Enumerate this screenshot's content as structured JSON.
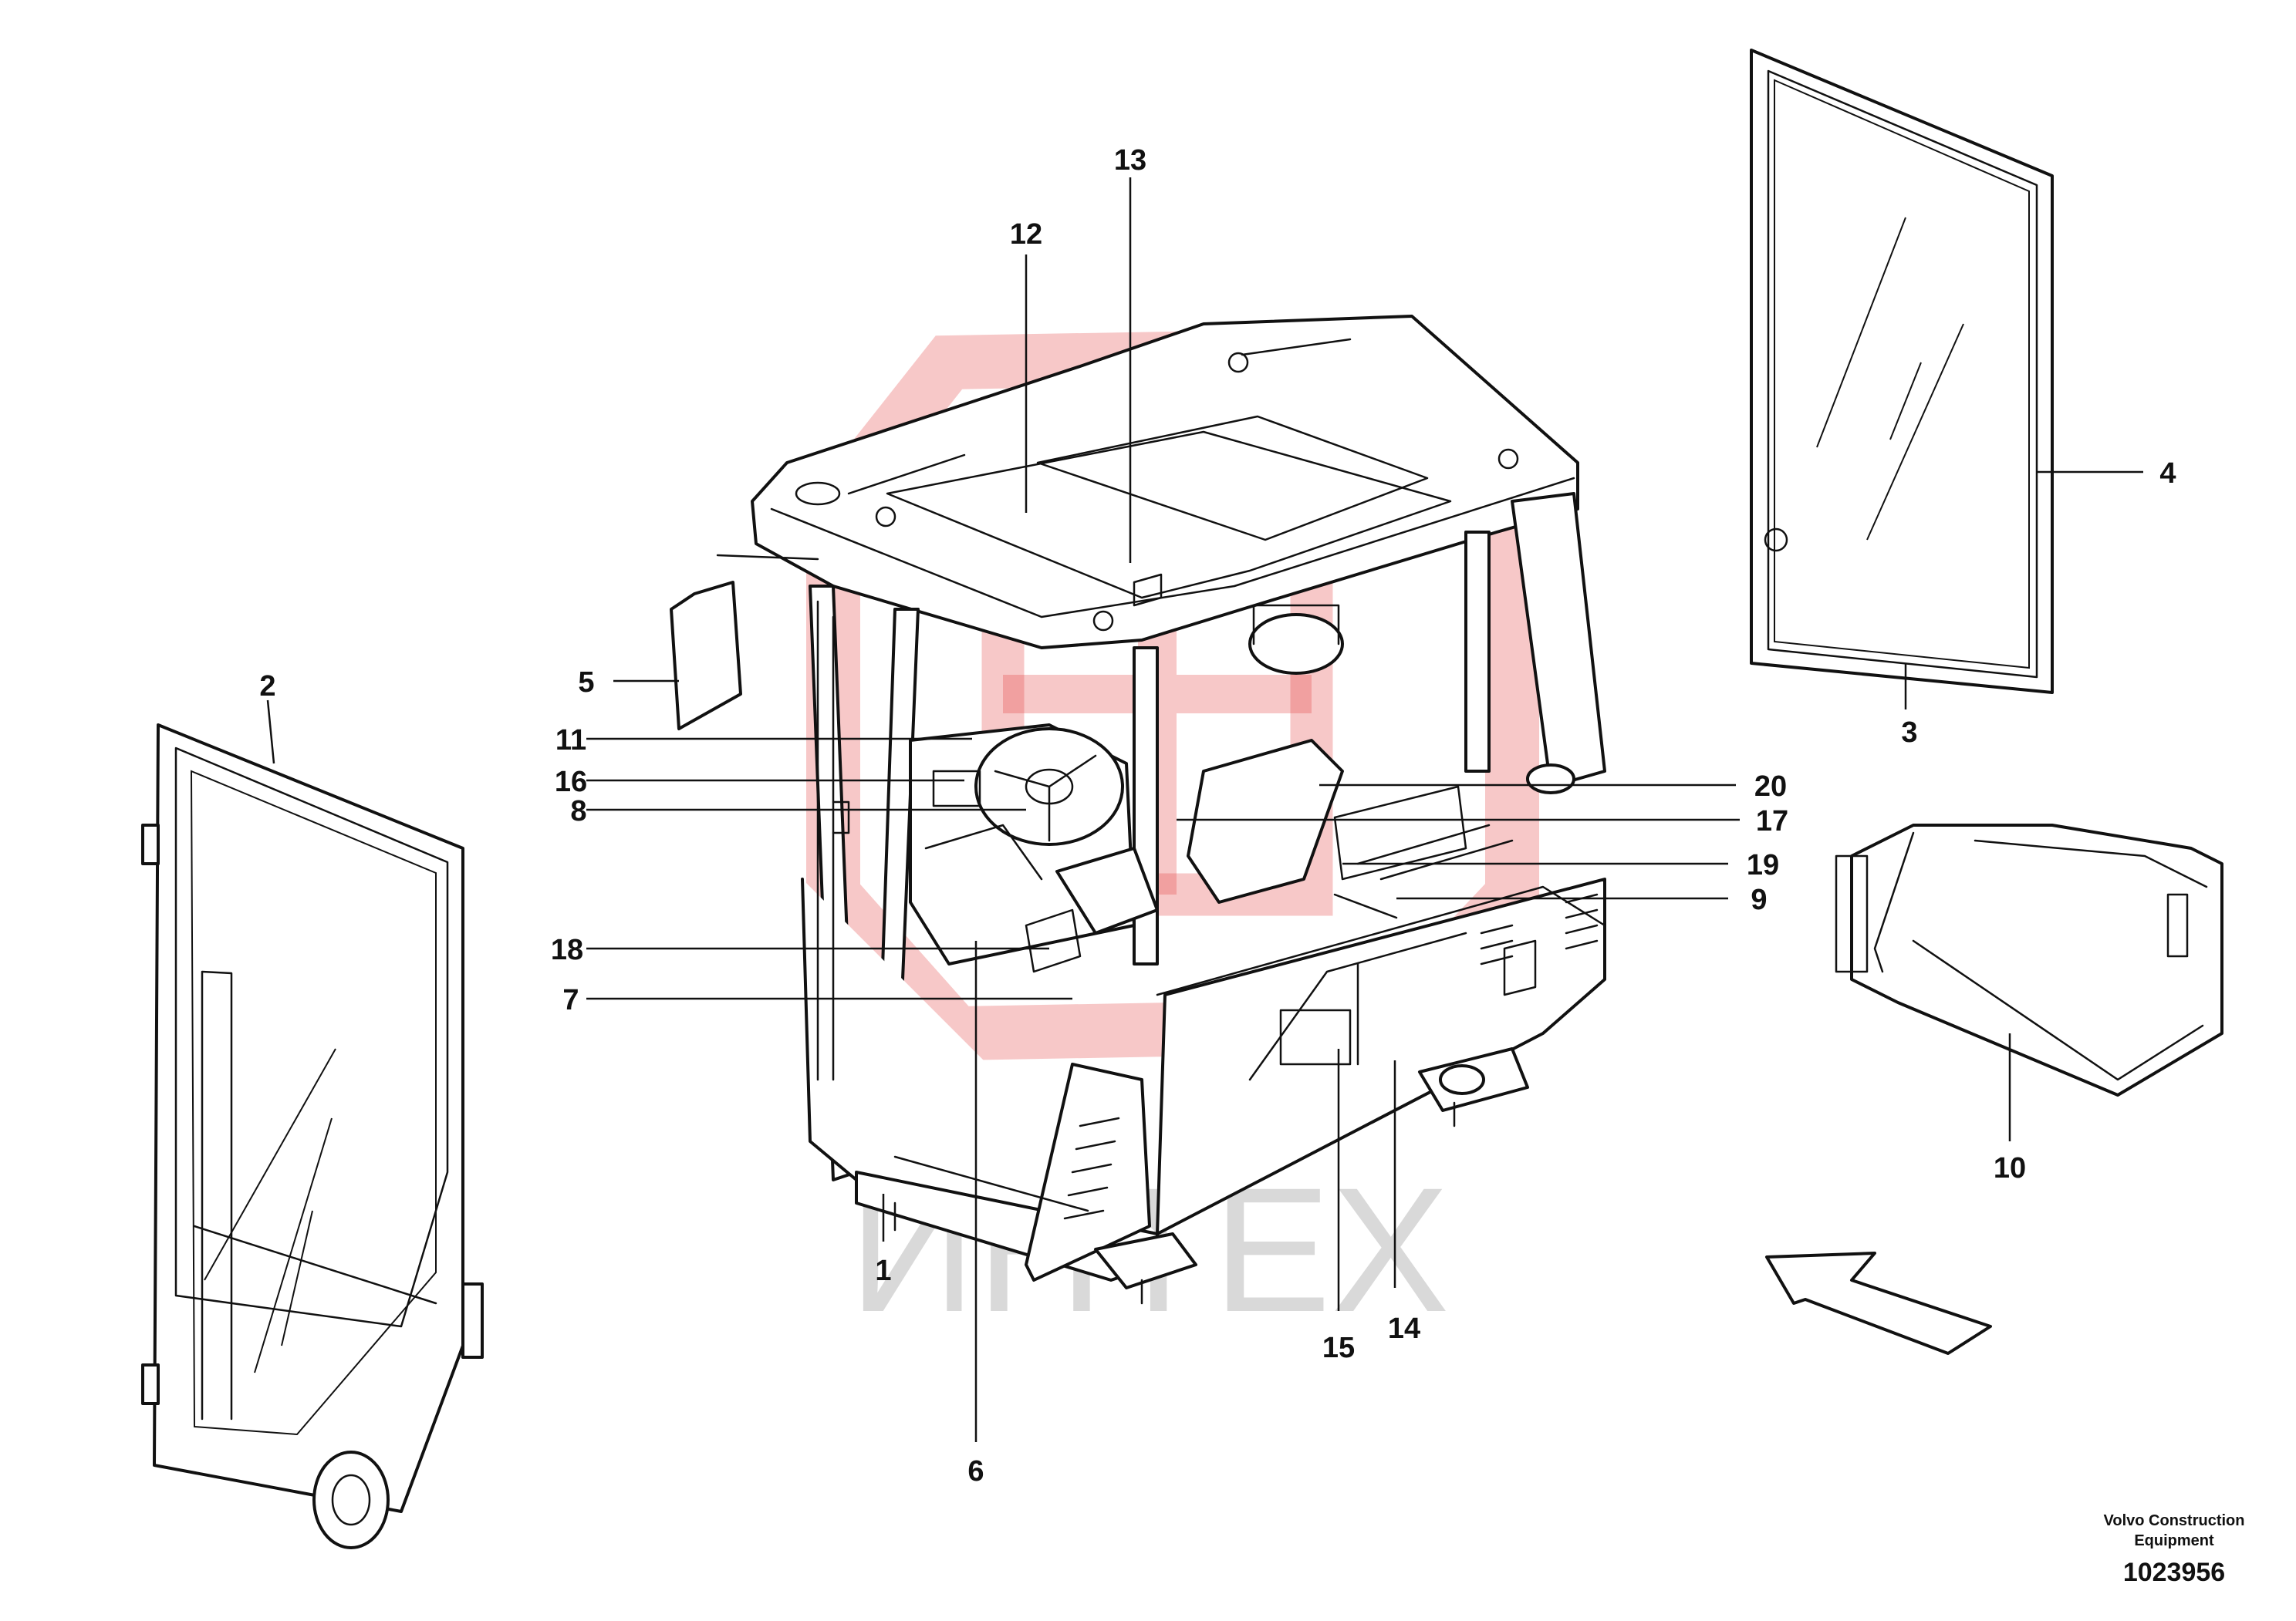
{
  "watermark": {
    "text": "ИНТЕХ",
    "logo_color": "#e23a3a"
  },
  "callouts": [
    {
      "id": "c1",
      "label": "1"
    },
    {
      "id": "c2",
      "label": "2"
    },
    {
      "id": "c3",
      "label": "3"
    },
    {
      "id": "c4",
      "label": "4"
    },
    {
      "id": "c5",
      "label": "5"
    },
    {
      "id": "c6",
      "label": "6"
    },
    {
      "id": "c7",
      "label": "7"
    },
    {
      "id": "c8",
      "label": "8"
    },
    {
      "id": "c9",
      "label": "9"
    },
    {
      "id": "c10",
      "label": "10"
    },
    {
      "id": "c11",
      "label": "11"
    },
    {
      "id": "c12",
      "label": "12"
    },
    {
      "id": "c13",
      "label": "13"
    },
    {
      "id": "c14",
      "label": "14"
    },
    {
      "id": "c15",
      "label": "15"
    },
    {
      "id": "c16",
      "label": "16"
    },
    {
      "id": "c17",
      "label": "17"
    },
    {
      "id": "c18",
      "label": "18"
    },
    {
      "id": "c19",
      "label": "19"
    },
    {
      "id": "c20",
      "label": "20"
    }
  ],
  "stamp": {
    "company_line1": "Volvo Construction",
    "company_line2": "Equipment",
    "drawing_number": "1023956"
  }
}
